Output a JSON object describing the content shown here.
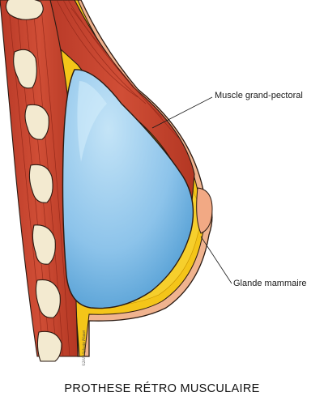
{
  "diagram": {
    "labels": {
      "muscle": "Muscle grand-pectoral",
      "glande": "Glande mammaire"
    },
    "caption": "PROTHESE RÉTRO MUSCULAIRE",
    "signature": "©2016 Sylvain Planet"
  },
  "colors": {
    "muscle": "#c9432f",
    "muscle_dark": "#8e2416",
    "fat": "#f4c519",
    "skin": "#f0b38f",
    "implant_light": "#bde0f6",
    "implant_dark": "#4e9bd2",
    "rib": "#f3ead0",
    "outline": "#2a1a12"
  }
}
